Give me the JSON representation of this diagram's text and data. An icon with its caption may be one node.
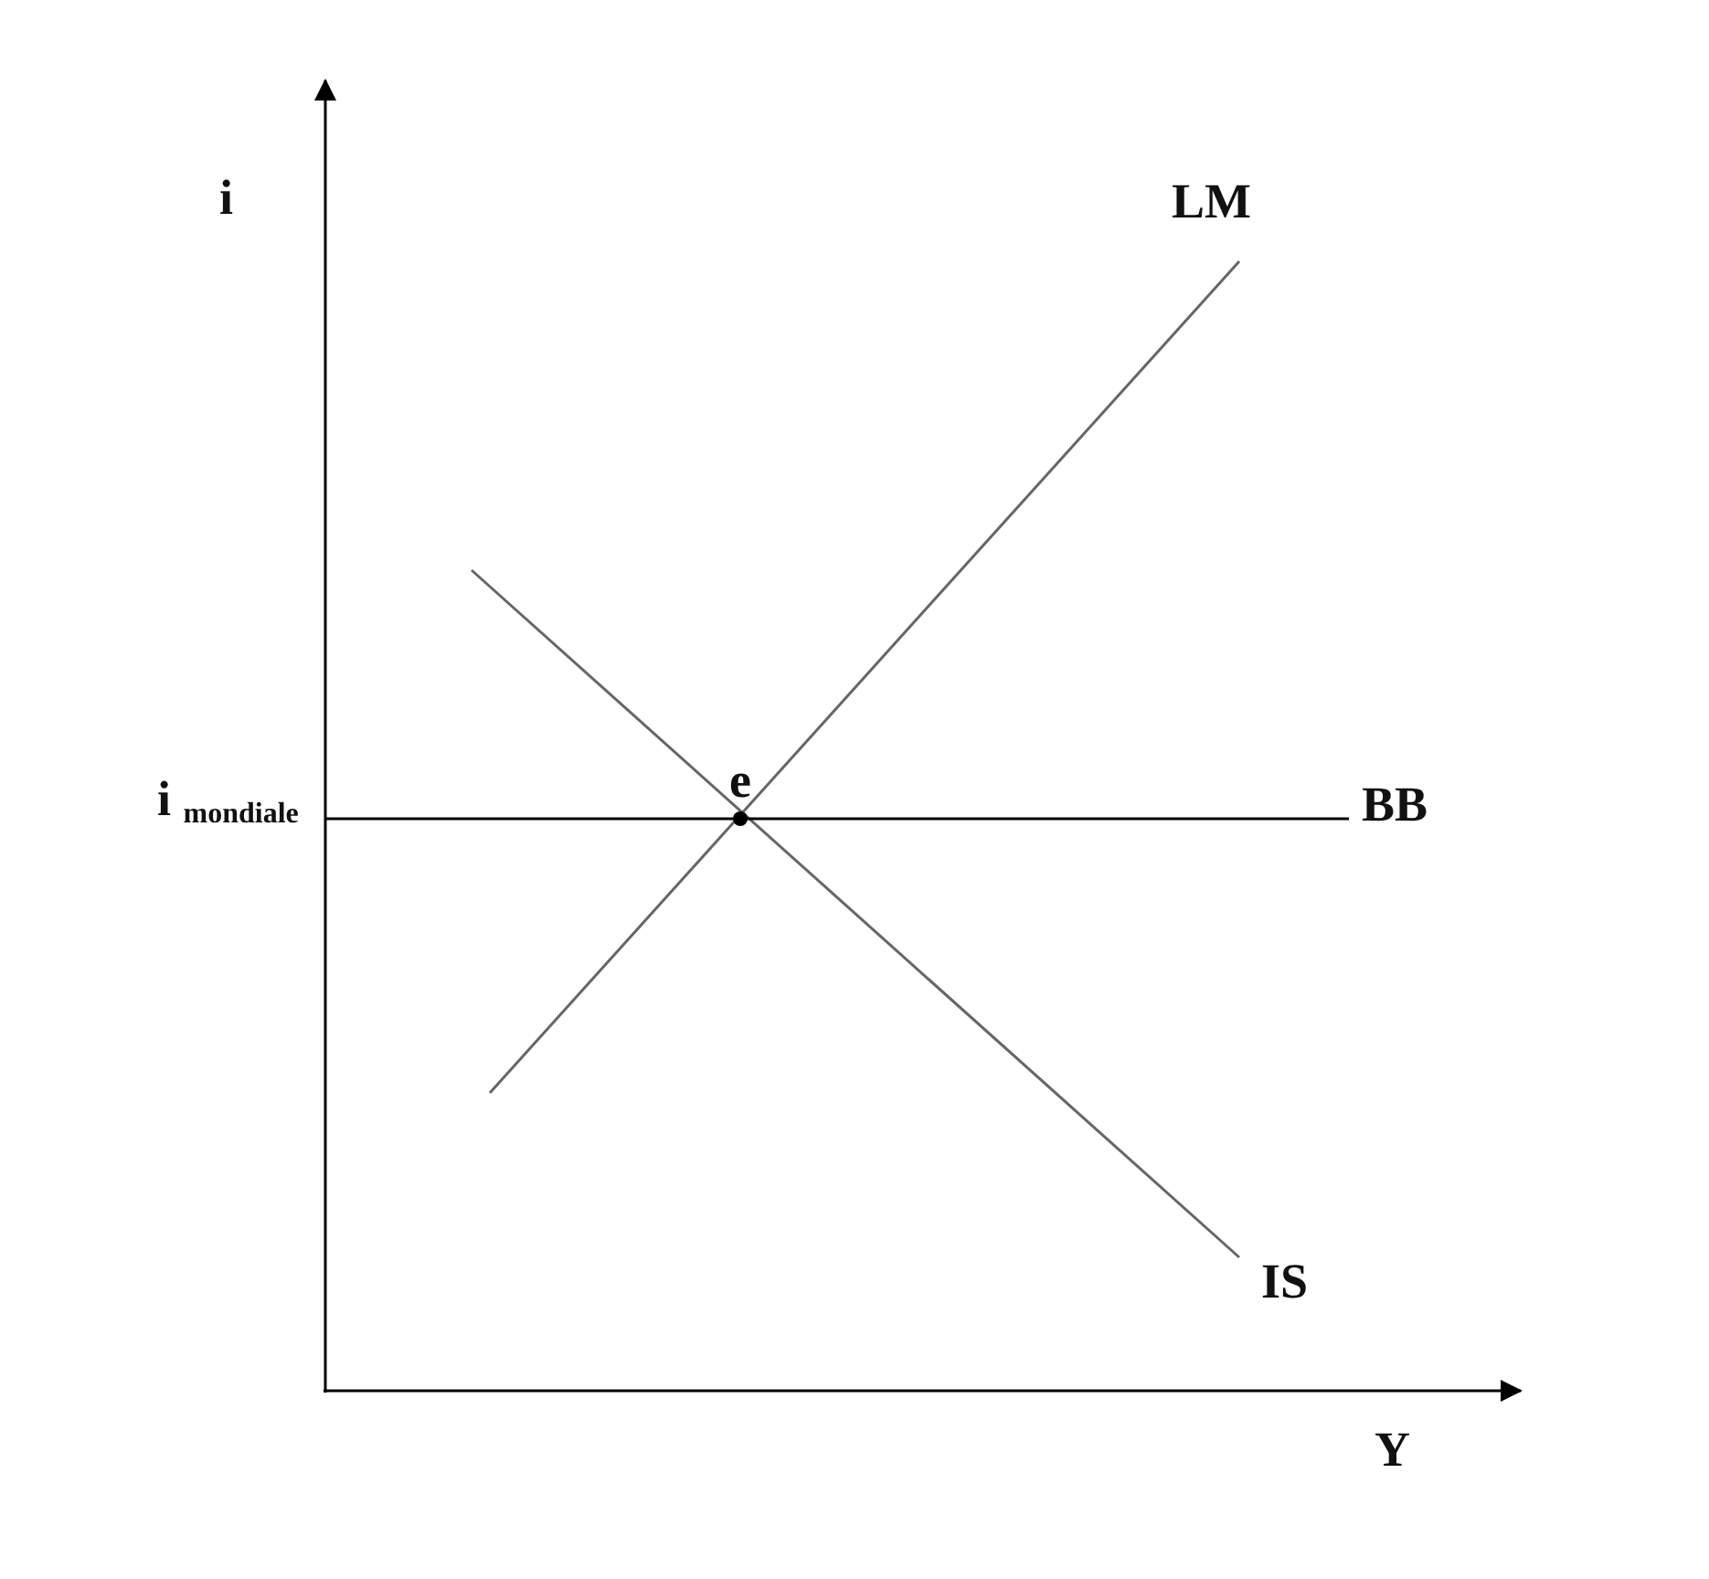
{
  "diagram": {
    "labels": [
      "i",
      "LM",
      "i $_{mondiale}$",
      "e",
      "BB",
      "IS",
      "Y"
    ]
  }
}
